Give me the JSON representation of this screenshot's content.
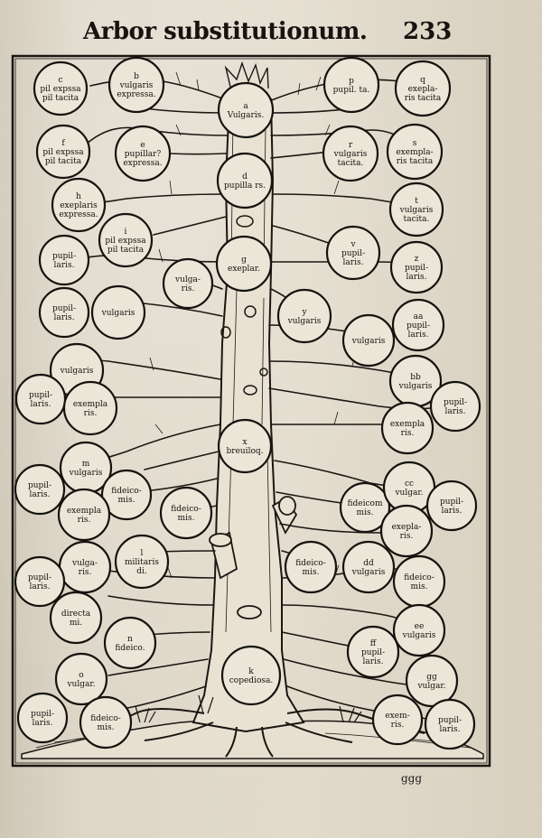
{
  "header": {
    "title": "Arbor substitutionum.",
    "page_number": "233"
  },
  "footer": {
    "signature": "ggg"
  },
  "nodes": [
    {
      "id": "c",
      "lines": [
        "c",
        "pil expssa",
        "pil tacita"
      ]
    },
    {
      "id": "b",
      "lines": [
        "b",
        "vulgaris",
        "expressa."
      ]
    },
    {
      "id": "a",
      "lines": [
        "a",
        "Vulgaris."
      ]
    },
    {
      "id": "p",
      "lines": [
        "p",
        "pupil. ta."
      ]
    },
    {
      "id": "q",
      "lines": [
        "q",
        "exepla-",
        "ris tacita"
      ]
    },
    {
      "id": "f",
      "lines": [
        "f",
        "pil expssa",
        "pil tacita"
      ]
    },
    {
      "id": "e",
      "lines": [
        "e",
        "pupillar?",
        "expressa."
      ]
    },
    {
      "id": "d",
      "lines": [
        "d",
        "pupilla rs."
      ]
    },
    {
      "id": "r",
      "lines": [
        "r",
        "vulgaris",
        "tacita."
      ]
    },
    {
      "id": "s",
      "lines": [
        "s",
        "exempla-",
        "ris tacita"
      ]
    },
    {
      "id": "h",
      "lines": [
        "h",
        "exeplaris",
        "expressa."
      ]
    },
    {
      "id": "i",
      "lines": [
        "i",
        "pil expssa",
        "pil tacita"
      ]
    },
    {
      "id": "t",
      "lines": [
        "t",
        "vulgaris",
        "tacita."
      ]
    },
    {
      "id": "v",
      "lines": [
        "v",
        "pupil-",
        "laris."
      ]
    },
    {
      "id": "pup-l1",
      "lines": [
        "pupil-",
        "laris."
      ]
    },
    {
      "id": "g",
      "lines": [
        "g",
        "exeplar."
      ]
    },
    {
      "id": "vulg-l1",
      "lines": [
        "vulga-",
        "ris."
      ]
    },
    {
      "id": "z",
      "lines": [
        "z",
        "pupil-",
        "laris."
      ]
    },
    {
      "id": "pup-l2",
      "lines": [
        "pupil-",
        "laris."
      ]
    },
    {
      "id": "vulg-l2",
      "lines": [
        "vulgaris"
      ]
    },
    {
      "id": "y",
      "lines": [
        "y",
        "vulgaris"
      ]
    },
    {
      "id": "aa",
      "lines": [
        "aa",
        "pupil-",
        "laris."
      ]
    },
    {
      "id": "vulg-r1",
      "lines": [
        "vulgaris"
      ]
    },
    {
      "id": "vulg-l3",
      "lines": [
        "vulgaris"
      ]
    },
    {
      "id": "bb",
      "lines": [
        "bb",
        "vulgaris"
      ]
    },
    {
      "id": "pup-l3",
      "lines": [
        "pupil-",
        "laris."
      ]
    },
    {
      "id": "exem-l1",
      "lines": [
        "exempla",
        "ris."
      ]
    },
    {
      "id": "pup-r1",
      "lines": [
        "pupil-",
        "laris."
      ]
    },
    {
      "id": "exem-r1",
      "lines": [
        "exempla",
        "ris."
      ]
    },
    {
      "id": "x",
      "lines": [
        "x",
        "breuiloq."
      ]
    },
    {
      "id": "m",
      "lines": [
        "m",
        "vulgaris"
      ]
    },
    {
      "id": "pup-l4",
      "lines": [
        "pupil-",
        "laris."
      ]
    },
    {
      "id": "fid-l1",
      "lines": [
        "fideico-",
        "mis."
      ]
    },
    {
      "id": "exem-l2",
      "lines": [
        "exempla",
        "ris."
      ]
    },
    {
      "id": "fid-l2",
      "lines": [
        "fideico-",
        "mis."
      ]
    },
    {
      "id": "fid-r1",
      "lines": [
        "fideicom",
        "mis."
      ]
    },
    {
      "id": "cc",
      "lines": [
        "cc",
        "vulgar."
      ]
    },
    {
      "id": "pup-r2",
      "lines": [
        "pupil-",
        "laris."
      ]
    },
    {
      "id": "exem-r2",
      "lines": [
        "exepla-",
        "ris."
      ]
    },
    {
      "id": "l",
      "lines": [
        "l",
        "militaris",
        "di."
      ]
    },
    {
      "id": "vulg-l4",
      "lines": [
        "vulga-",
        "ris."
      ]
    },
    {
      "id": "pup-l5",
      "lines": [
        "pupil-",
        "laris."
      ]
    },
    {
      "id": "fid-r2",
      "lines": [
        "fideico-",
        "mis."
      ]
    },
    {
      "id": "dd",
      "lines": [
        "dd",
        "vulgaris"
      ]
    },
    {
      "id": "fid-r3",
      "lines": [
        "fideico-",
        "mis."
      ]
    },
    {
      "id": "dir-l1",
      "lines": [
        "directa",
        "mi."
      ]
    },
    {
      "id": "ee",
      "lines": [
        "ee",
        "vulgaris"
      ]
    },
    {
      "id": "n",
      "lines": [
        "n",
        "fideico."
      ]
    },
    {
      "id": "ff",
      "lines": [
        "ff",
        "pupil-",
        "laris."
      ]
    },
    {
      "id": "k",
      "lines": [
        "k",
        "copediosa."
      ]
    },
    {
      "id": "o",
      "lines": [
        "o",
        "vulgar."
      ]
    },
    {
      "id": "gg",
      "lines": [
        "gg",
        "vulgar."
      ]
    },
    {
      "id": "pup-l6",
      "lines": [
        "pupil-",
        "laris."
      ]
    },
    {
      "id": "fid-l3",
      "lines": [
        "fideico-",
        "mis."
      ]
    },
    {
      "id": "exem-r3",
      "lines": [
        "exem-",
        "ris."
      ]
    },
    {
      "id": "pup-r3",
      "lines": [
        "pupil-",
        "laris."
      ]
    }
  ]
}
